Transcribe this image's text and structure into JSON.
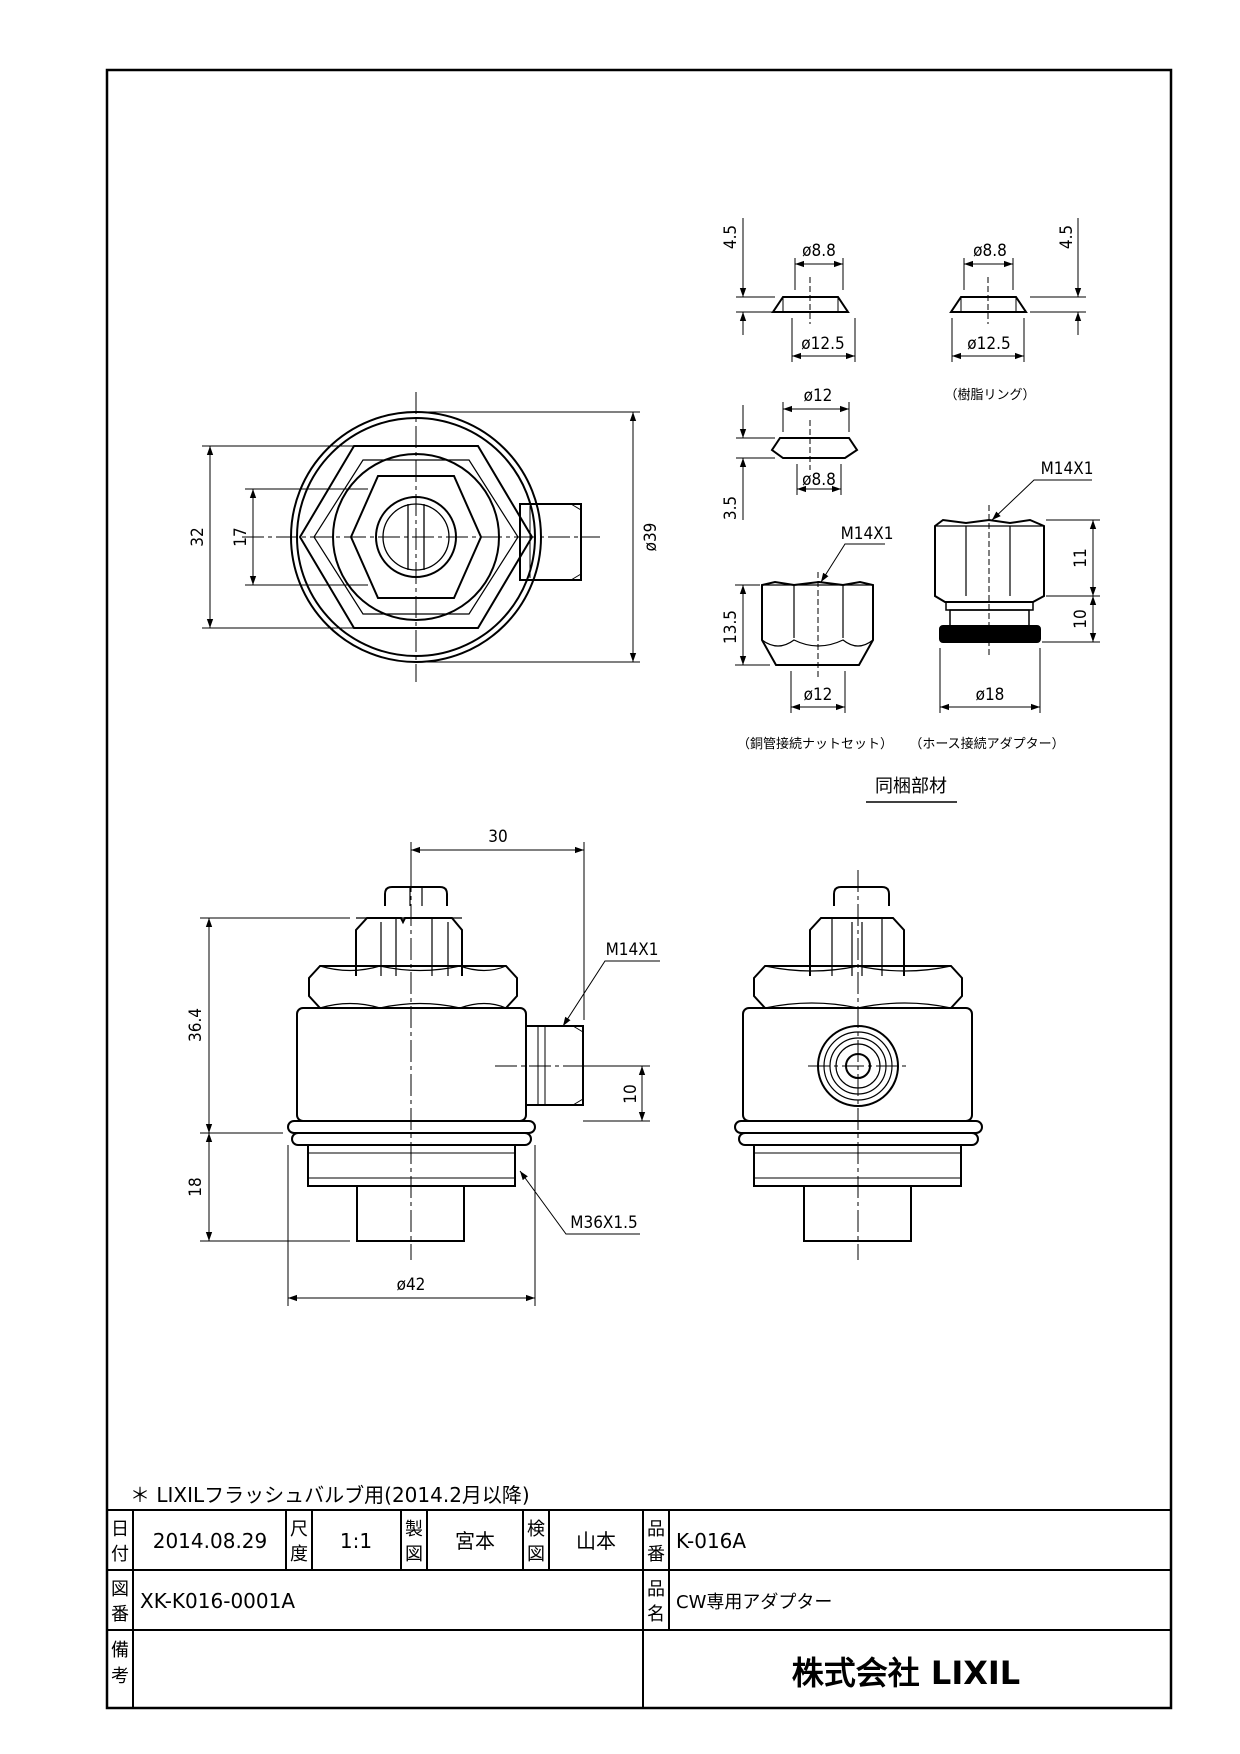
{
  "main_view": {
    "dim_height_32": "32",
    "dim_hex_17": "17",
    "dim_dia_39": "ø39"
  },
  "side_view": {
    "dim_width_30": "30",
    "dim_height_36_4": "36.4",
    "dim_height_18": "18",
    "dim_10": "10",
    "dim_dia_42": "ø42",
    "thread_m14": "M14X1",
    "thread_m36": "M36X1.5"
  },
  "parts": {
    "ring1": {
      "dim_top": "4.5",
      "dia_inner": "ø8.8",
      "dia_outer": "ø12.5"
    },
    "ring2": {
      "dim_top": "4.5",
      "dia_inner": "ø8.8",
      "dia_outer": "ø12.5",
      "caption": "（樹脂リング）"
    },
    "ring3": {
      "dia_top": "ø12",
      "dim_side": "3.5",
      "dia_bottom": "ø8.8"
    },
    "nut": {
      "thread": "M14X1",
      "dim_side": "13.5",
      "dia": "ø12",
      "caption": "（銅管接続ナットセット）"
    },
    "hose": {
      "thread": "M14X1",
      "dim_11": "11",
      "dim_10": "10",
      "dia": "ø18",
      "caption": "（ホース接続アダプター）"
    },
    "group_label": "同梱部材"
  },
  "note": "＊ LIXILフラッシュバルブ用(2014.2月以降)",
  "title_block": {
    "date_label": "日付",
    "date": "2014.08.29",
    "scale_label": "尺度",
    "scale": "1:1",
    "drawn_label": "製図",
    "drawn": "宮本",
    "checked_label": "検図",
    "checked": "山本",
    "part_no_label": "品番",
    "part_no": "K-016A",
    "drawing_no_label": "図番",
    "drawing_no": "XK-K016-0001A",
    "part_name_label": "品名",
    "part_name": "CW専用アダプター",
    "remarks_label": "備考",
    "company": "株式会社 LIXIL"
  }
}
